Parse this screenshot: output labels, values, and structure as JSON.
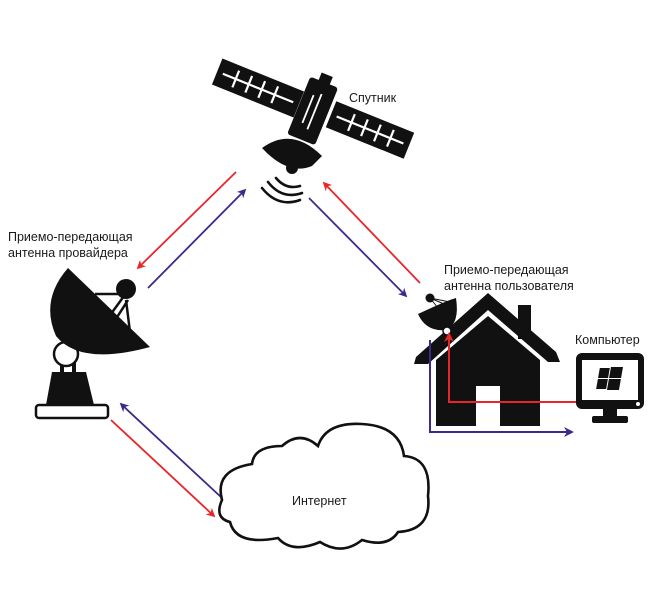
{
  "diagram": {
    "nodes": {
      "satellite": {
        "label": "Спутник"
      },
      "provider_antenna": {
        "label_line1": "Приемо-передающая",
        "label_line2": "антенна провайдера"
      },
      "user_antenna": {
        "label_line1": "Приемо-передающая",
        "label_line2": "антенна пользователя"
      },
      "computer": {
        "label": "Компьютер"
      },
      "internet": {
        "label": "Интернет"
      },
      "house": {
        "label": ""
      }
    },
    "colors": {
      "uplink": "#e8262a",
      "downlink": "#3a2a8c",
      "icon": "#111111"
    },
    "edges": [
      {
        "from": "satellite",
        "to": "provider_antenna",
        "color": "uplink"
      },
      {
        "from": "provider_antenna",
        "to": "satellite",
        "color": "downlink"
      },
      {
        "from": "satellite",
        "to": "user_antenna",
        "color": "downlink"
      },
      {
        "from": "user_antenna",
        "to": "satellite",
        "color": "uplink"
      },
      {
        "from": "provider_antenna",
        "to": "internet",
        "color": "uplink"
      },
      {
        "from": "internet",
        "to": "provider_antenna",
        "color": "downlink"
      },
      {
        "from": "computer",
        "to": "user_antenna",
        "color": "uplink"
      },
      {
        "from": "user_antenna",
        "to": "computer",
        "color": "downlink"
      }
    ]
  }
}
